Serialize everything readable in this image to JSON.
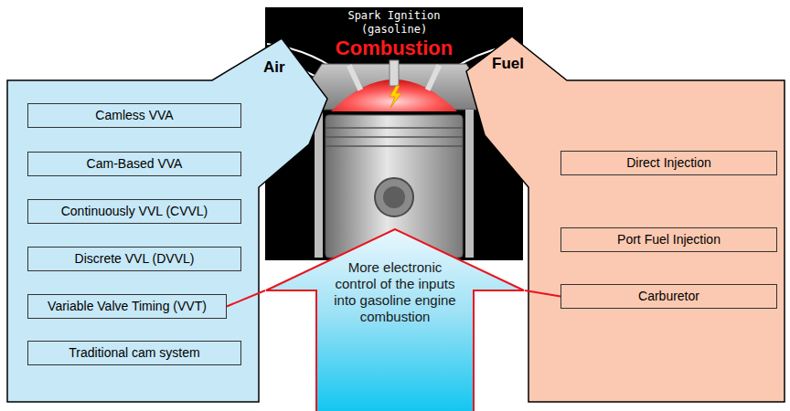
{
  "diagram": {
    "nodes": [
      {
        "text": [
          "Spark Ignition (gasoline)",
          "Combustion"
        ]
      },
      {
        "text": [
          "Air"
        ]
      },
      {
        "text": [
          "Camless VVA"
        ],
        "in": 1
      },
      {
        "text": [
          "Cam-Based VVA"
        ],
        "in": 1
      },
      {
        "text": [
          "Continuously VVL (CVVL)"
        ],
        "in": 1
      },
      {
        "text": [
          "Discrete VVL (DVVL)"
        ],
        "in": 1
      },
      {
        "text": [
          "Variable Valve Timing (VVT)"
        ],
        "in": 1
      },
      {
        "text": [
          "Traditional cam system"
        ],
        "in": 1
      },
      {
        "text": [
          "Fuel"
        ]
      },
      {
        "text": [
          "Direct Injection"
        ],
        "in": 8
      },
      {
        "text": [
          "Port Fuel Injection"
        ],
        "in": 8
      },
      {
        "text": [
          "Carburetor"
        ],
        "in": 8
      },
      {
        "text": [
          "More electronic control of the inputs into gasoline engine combustion"
        ]
      }
    ],
    "edges": [
      {
        "from": 12,
        "to": 6,
        "arrow": "none"
      },
      {
        "from": 12,
        "to": 11,
        "arrow": "none"
      }
    ]
  }
}
